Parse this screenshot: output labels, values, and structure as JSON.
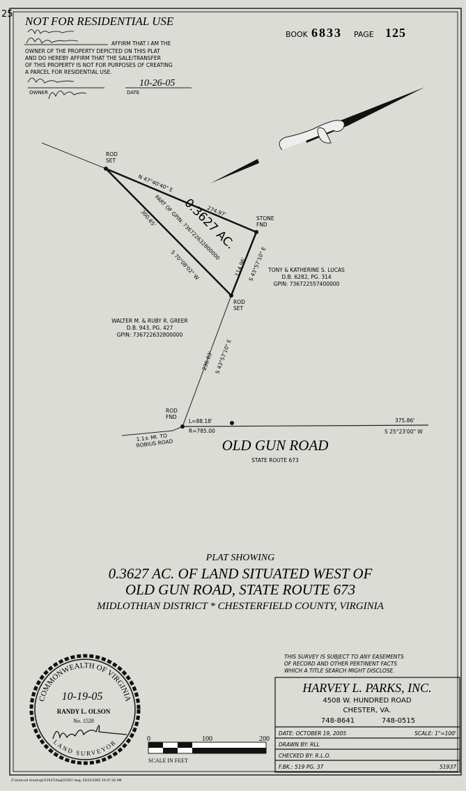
{
  "margin_mark": "25",
  "header": {
    "notice": "NOT FOR RESIDENTIAL USE",
    "affirmation": [
      "AFFIRM THAT I AM THE",
      "OWNER OF THE PROPERTY DEPICTED ON THIS PLAT",
      "AND DO HEREBY AFFIRM THAT THE SALE/TRANSFER",
      "OF THIS PROPERTY IS NOT FOR PURPOSES OF CREATING",
      "A PARCEL FOR RESIDENTIAL USE."
    ],
    "owner_label": "OWNER",
    "date_label": "DATE",
    "handwritten_date": "10-26-05",
    "book_label": "BOOK",
    "book_number": "6833",
    "page_label": "PAGE",
    "page_number": "125"
  },
  "plat": {
    "corners": {
      "rod_set_top": [
        "ROD",
        "SET"
      ],
      "stone_fnd": [
        "STONE",
        "FND"
      ],
      "rod_set_bottom": [
        "ROD",
        "SET"
      ],
      "rod_fnd": [
        "ROD",
        "FND"
      ]
    },
    "lines": {
      "north_bearing": "N 47°40'40\" E",
      "north_distance": "274.97'",
      "west_bearing": "S 70°08'02\" W",
      "west_distance": "300.65'",
      "east_bearing": "S 43°57'10\" E",
      "east_distance": "114.96'",
      "south_bearing": "S 43°57'10\" E",
      "south_distance": "236.03'"
    },
    "area": "0.3627 AC.",
    "part_of": "PART OF GPIN: 736722632800000",
    "adjoiners": [
      {
        "name": "TONY & KATHERINE S. LUCAS",
        "deed": "D.B. 6282, PG. 314",
        "gpin": "GPIN: 736722557400000"
      },
      {
        "name": "WALTER M. & RUBY R. GREER",
        "deed": "D.B. 943, PG. 427",
        "gpin": "GPIN: 736722632800000"
      }
    ],
    "curve": {
      "length": "L=88.18'",
      "radius": "R=785.00"
    },
    "road_distance": "375.86'",
    "road_bearing": "S 25°23'00\" W",
    "robius_note": [
      "1.1± MI. TO",
      "ROBIUS ROAD"
    ],
    "road_name": "OLD GUN ROAD",
    "road_route": "STATE ROUTE 673"
  },
  "title": {
    "line1": "PLAT SHOWING",
    "line2": "0.3627 AC. OF LAND SITUATED WEST OF",
    "line3": "OLD GUN ROAD, STATE ROUTE 673",
    "line4": "MIDLOTHIAN DISTRICT * CHESTERFIELD COUNTY, VIRGINIA"
  },
  "seal": {
    "ring_top": "COMMONWEALTH OF VIRGINIA",
    "ring_bottom": "LAND SURVEYOR",
    "date": "10-19-05",
    "name": "RANDY L. OLSON",
    "number": "No. 1528"
  },
  "scale_bar": {
    "ticks": [
      "0",
      "100",
      "200"
    ],
    "label": "SCALE IN FEET"
  },
  "notes": [
    "THIS SURVEY IS SUBJECT TO ANY EASEMENTS",
    "OF RECORD AND OTHER PERTINENT FACTS",
    "WHICH A TITLE SEARCH MIGHT DISCLOSE."
  ],
  "title_block": {
    "company": "HARVEY L. PARKS, INC.",
    "address": "4508 W. HUNDRED ROAD",
    "city": "CHESTER, VA.",
    "phone1": "748-8641",
    "phone2": "748-0515",
    "date": "DATE: OCTOBER 19, 2005",
    "scale": "SCALE: 1\"=100'",
    "drawn_by": "DRAWN BY: RLL",
    "checked_by": "CHECKED BY: R.L.O.",
    "field_book": "F.BK.: 519  PG. 37",
    "job_number": "51937"
  },
  "footer_path": "Z:\\autocad drawings\\51937\\dwg\\51937.dwg, 10/21/2005 10:47:34 AM"
}
